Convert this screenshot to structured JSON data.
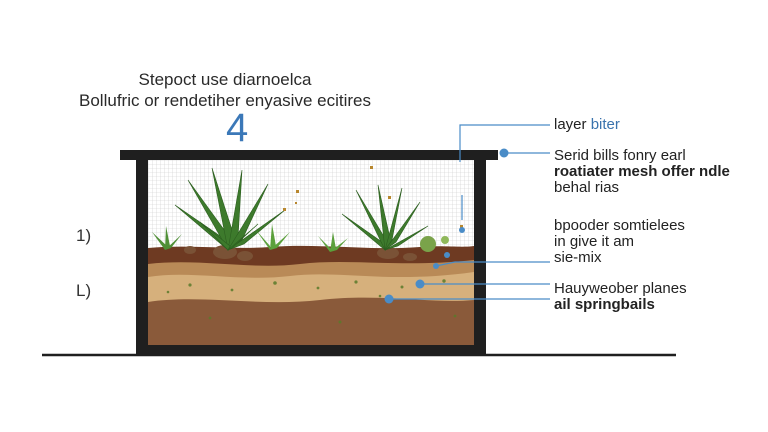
{
  "header": {
    "line1": "Stepoct use diarnoelca",
    "line2": "Bollufric or rendetiher enyasive ecitires",
    "step_number": "4"
  },
  "side_numbers": [
    "1)",
    "L)"
  ],
  "labels": {
    "layer": {
      "text_a": "layer",
      "text_b": "biter"
    },
    "mesh": {
      "line1": "Serid bills fonry earl",
      "line2": "roatiater mesh offer ndle",
      "line3": "behal rias"
    },
    "powder": {
      "line1": "bpooder somtielees",
      "line2": "in give it am",
      "line3": "sie-mix"
    },
    "springbails": {
      "line1": "Hauyweober planes",
      "line2": "ail springbails"
    }
  },
  "colors": {
    "frame": "#1f1f1f",
    "callout": "#4a8cc7",
    "soil_dark": "#6e3a22",
    "soil_mid": "#b98a57",
    "soil_sand": "#d6b07c",
    "soil_base": "#8a5a3a",
    "plant": "#3d7a2c"
  }
}
